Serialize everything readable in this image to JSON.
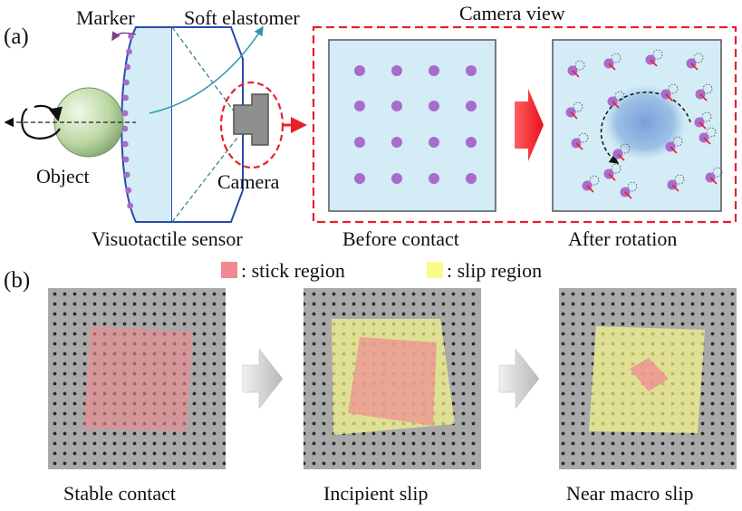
{
  "panel_a": {
    "label": "(a)",
    "labels": {
      "marker": "Marker",
      "soft_elastomer": "Soft elastomer",
      "camera_view": "Camera view",
      "object": "Object",
      "camera": "Camera",
      "sensor": "Visuotactile sensor",
      "before": "Before contact",
      "after": "After rotation"
    }
  },
  "panel_b": {
    "label": "(b)",
    "legend": {
      "stick": ": stick region",
      "slip": ": slip region",
      "stick_color": "#f08a92",
      "slip_color": "#fafa8c"
    },
    "captions": {
      "stable": "Stable contact",
      "incipient": "Incipient slip",
      "near_macro": "Near macro slip"
    }
  },
  "colors": {
    "accent_red": "#e8202a",
    "marker_purple": "#a86ccc",
    "elastomer_blue": "#d4ecf6",
    "teal": "#2a9aaa"
  }
}
